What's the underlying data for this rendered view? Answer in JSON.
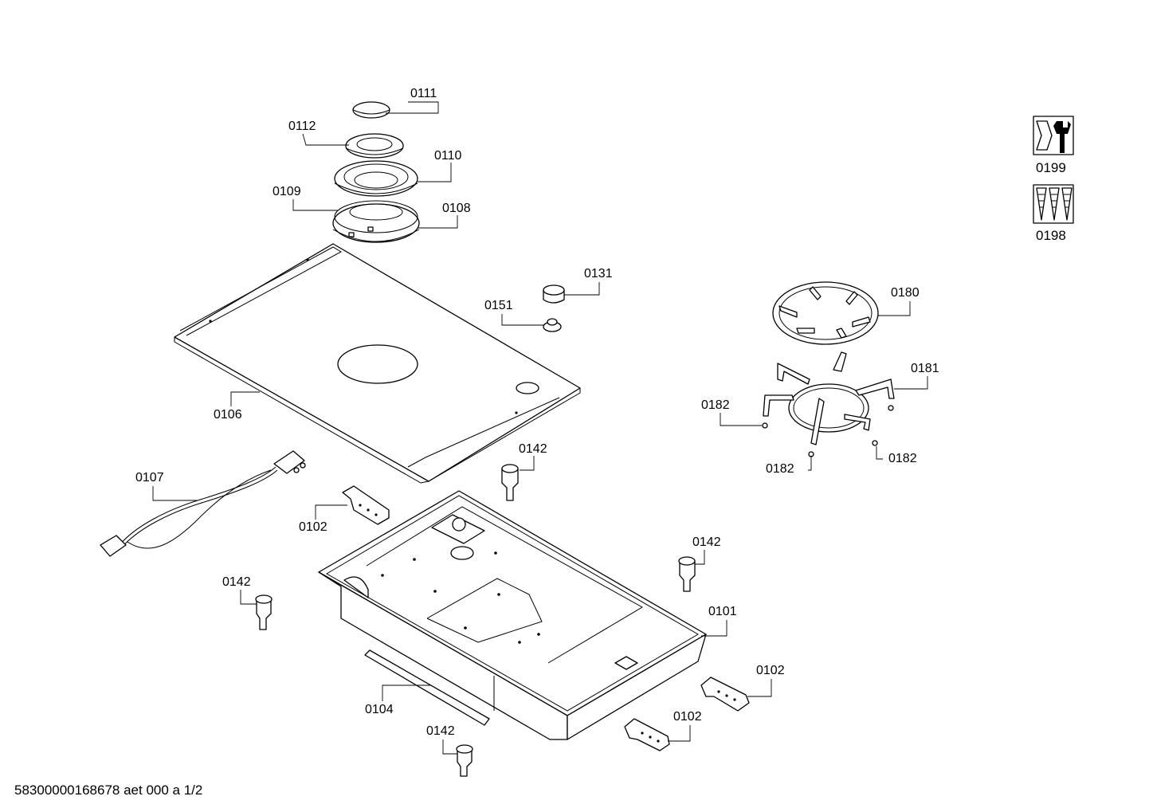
{
  "document_id": "58300000168678 aet 000 a 1/2",
  "callouts": [
    {
      "id": "callout-0111",
      "text": "0111"
    },
    {
      "id": "callout-0112",
      "text": "0112"
    },
    {
      "id": "callout-0110",
      "text": "0110"
    },
    {
      "id": "callout-0109",
      "text": "0109"
    },
    {
      "id": "callout-0108",
      "text": "0108"
    },
    {
      "id": "callout-0131",
      "text": "0131"
    },
    {
      "id": "callout-0151",
      "text": "0151"
    },
    {
      "id": "callout-0106",
      "text": "0106"
    },
    {
      "id": "callout-0180",
      "text": "0180"
    },
    {
      "id": "callout-0181",
      "text": "0181"
    },
    {
      "id": "callout-0182-a",
      "text": "0182"
    },
    {
      "id": "callout-0182-b",
      "text": "0182"
    },
    {
      "id": "callout-0182-c",
      "text": "0182"
    },
    {
      "id": "callout-0142-a",
      "text": "0142"
    },
    {
      "id": "callout-0107",
      "text": "0107"
    },
    {
      "id": "callout-0102-a",
      "text": "0102"
    },
    {
      "id": "callout-0142-b",
      "text": "0142"
    },
    {
      "id": "callout-0142-c",
      "text": "0142"
    },
    {
      "id": "callout-0101",
      "text": "0101"
    },
    {
      "id": "callout-0102-b",
      "text": "0102"
    },
    {
      "id": "callout-0104",
      "text": "0104"
    },
    {
      "id": "callout-0102-c",
      "text": "0102"
    },
    {
      "id": "callout-0142-d",
      "text": "0142"
    }
  ],
  "kits": [
    {
      "id": "kit-0199",
      "text": "0199",
      "icon": "wrench-nut-icon"
    },
    {
      "id": "kit-0198",
      "text": "0198",
      "icon": "screws-icon"
    }
  ]
}
